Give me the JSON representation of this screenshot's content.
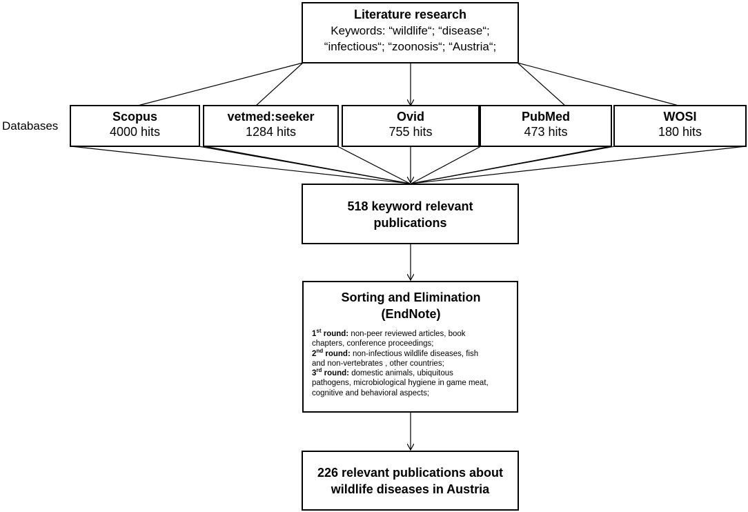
{
  "top": {
    "title": "Literature research",
    "keywords_line1": "Keywords: “wildlife“; “disease“;",
    "keywords_line2": "“infectious“; “zoonosis“; “Austria“;"
  },
  "databases_label": "Databases",
  "databases": [
    {
      "name": "Scopus",
      "hits": "4000 hits"
    },
    {
      "name": "vetmed:seeker",
      "hits": "1284 hits"
    },
    {
      "name": "Ovid",
      "hits": "755 hits"
    },
    {
      "name": "PubMed",
      "hits": "473 hits"
    },
    {
      "name": "WOSI",
      "hits": "180 hits"
    }
  ],
  "relevant": {
    "line1": "518 keyword relevant",
    "line2": "publications"
  },
  "sorting": {
    "title_line1": "Sorting and Elimination",
    "title_line2": "(EndNote)",
    "rounds": [
      {
        "num": "1",
        "sup": "st",
        "word": " round:",
        "text": [
          " non-peer reviewed articles, book",
          "chapters, conference proceedings;"
        ]
      },
      {
        "num": "2",
        "sup": "nd",
        "word": " round:",
        "text": [
          " non-infectious wildlife diseases, fish",
          "and non-vertebrates , other countries;"
        ]
      },
      {
        "num": "3",
        "sup": "rd",
        "word": " round:",
        "text": [
          " domestic animals, ubiquitous",
          "pathogens, microbiological hygiene in game meat,",
          "cognitive and behavioral aspects;"
        ]
      }
    ]
  },
  "final": {
    "line1": "226 relevant publications about",
    "line2": "wildlife diseases in Austria"
  }
}
